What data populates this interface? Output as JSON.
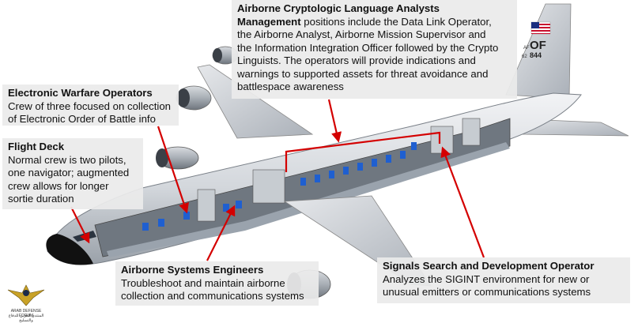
{
  "callouts": {
    "electronic_warfare": {
      "heading": "Electronic Warfare Operators",
      "lines": [
        "Crew of three focused on collection",
        "of Electronic Order of Battle info"
      ]
    },
    "flight_deck": {
      "heading": "Flight Deck",
      "lines": [
        "Normal crew is two pilots,",
        "one navigator; augmented",
        "crew allows for longer",
        "sortie duration"
      ]
    },
    "cryptologic": {
      "heading_lines": [
        "Airborne Cryptologic Language Analysts",
        "Management"
      ],
      "lines": [
        " positions include the Data Link Operator,",
        "the Airborne Analyst, Airborne Mission Supervisor and",
        "the Information Integration Officer followed by the Crypto",
        "Linguists.  The operators will provide indications and",
        "warnings to supported assets for threat avoidance and",
        "battlespace awareness"
      ]
    },
    "systems_engineers": {
      "heading": "Airborne Systems Engineers",
      "lines": [
        "Troubleshoot and maintain airborne",
        "collection and communications systems"
      ]
    },
    "signals_search": {
      "heading": "Signals Search and Development Operator",
      "lines": [
        "Analyzes the SIGINT environment for new or",
        "unusual emitters or communications systems"
      ]
    }
  },
  "aircraft": {
    "tail_code": "OF",
    "tail_prefix": "AF",
    "tail_year": "62",
    "tail_number": "844"
  },
  "logo": {
    "line1": "ARAB DEFENSE FORUM",
    "line2": "المنتدى العربي للدفاع والتسليح"
  },
  "colors": {
    "callout_bg": "#ebebeb",
    "arrow": "#d40000",
    "fuselage": "#dcdfe3",
    "interior": "#5d6670",
    "seats": "#1f5fd0"
  }
}
